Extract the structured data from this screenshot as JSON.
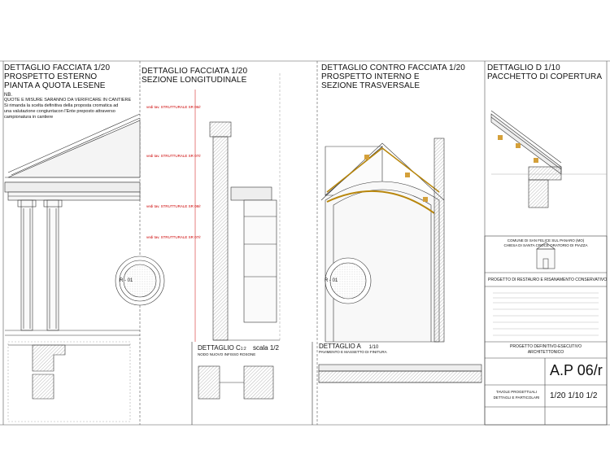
{
  "panels": {
    "p1": {
      "title": [
        "DETTAGLIO FACCIATA 1/20",
        "PROSPETTO ESTERNO",
        "PIANTA A QUOTA LESENE"
      ],
      "nb_label": "NB.",
      "nb_text": [
        "QUOTE E MISURE SARANNO DA VERIFICARE IN CANTIERE",
        "Si rimanda la scelta definitiva della proposta cromatica ad",
        "una valutazione congiuntacon l'Ente preposto attraverso",
        "campionatura in cantiere"
      ],
      "marker": "R - 01"
    },
    "p2": {
      "title": [
        "DETTAGLIO FACCIATA 1/20",
        "SEZIONE LONGITUDINALE"
      ],
      "red_notes": [
        "vedi tav. STRUTTURALE SR 06/r",
        "vedi tav. STRUTTURALE SR 07/r",
        "vedi tav. STRUTTURALE SR 08/r",
        "vedi tav. STRUTTURALE SR 07/r"
      ]
    },
    "p3": {
      "title": [
        "DETTAGLIO CONTRO FACCIATA 1/20",
        "PROSPETTO INTERNO E",
        "SEZIONE TRASVERSALE"
      ],
      "marker": "R - 01"
    },
    "p4": {
      "title": [
        "DETTAGLIO D  1/10",
        "PACCHETTO DI COPERTURA"
      ]
    },
    "bottom": {
      "detail_c": "DETTAGLIO C",
      "detail_c_scale": "1:2",
      "detail_c_scala": "scala 1/2",
      "detail_c_sub": "NODO NUOVO INFISSO ROSONE",
      "detail_a": "DETTAGLIO A",
      "detail_a_scale": "1/10",
      "detail_a_sub": "PAVIMENTO E MASSETTO DI FINITURA"
    }
  },
  "title_block": {
    "comune": "COMUNE DI SAN FELICE SUL PANARO (MO)",
    "chiesa": "CHIESA DI SANTA CROCE ORATORIO DI PIAZZA",
    "progetto": "PROGETTO DI RESTAURO E RISANAMENTO CONSERVATIVO",
    "fase": "PROGETTO DEFINITIVO-ESECUTIVO",
    "disciplina": "ARCHITETTONICO",
    "tavola_code": "A.P 06/r",
    "tavole_label": "TAVOLE PROGETTUALI",
    "tavole_sub": "DETTAGLI E PARTICOLARI",
    "scales": "1/20 1/10 1/2"
  }
}
